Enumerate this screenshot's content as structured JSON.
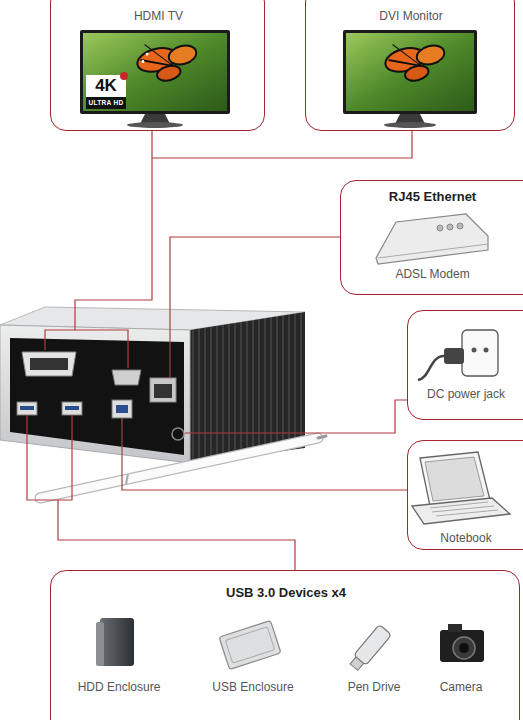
{
  "diagram": {
    "nodes": [
      {
        "text": [
          "HDMI TV"
        ]
      },
      {
        "text": [
          "DVI Monitor"
        ]
      },
      {
        "text": [
          "RJ45 Ethernet",
          "ADSL Modem"
        ]
      },
      {
        "text": [
          "DC power jack"
        ]
      },
      {
        "text": [
          "Notebook"
        ]
      },
      {
        "text": [
          "USB 3.0 Devices x4",
          "HDD Enclosure",
          "USB Enclosure",
          "Pen Drive",
          "Camera"
        ]
      }
    ],
    "labels": [
      "4K",
      "ULTRA HD"
    ]
  }
}
